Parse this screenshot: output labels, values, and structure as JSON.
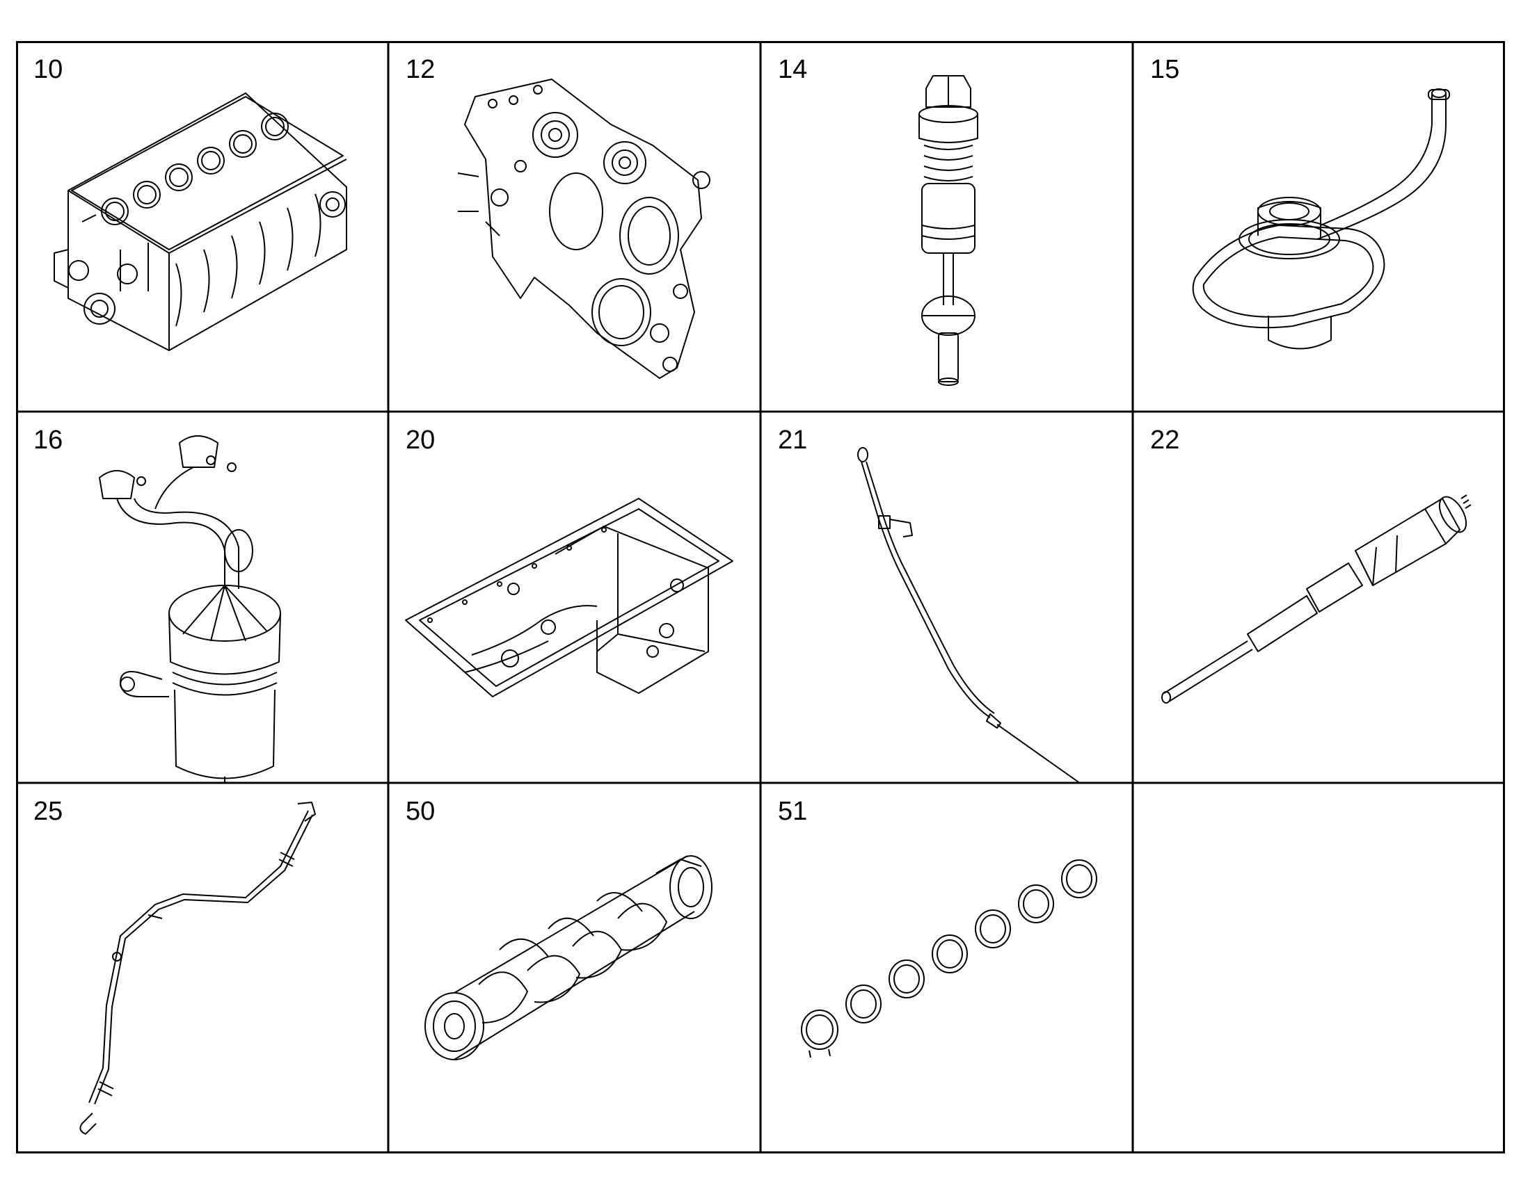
{
  "parts": [
    {
      "number": "10",
      "icon": "engine-block-icon"
    },
    {
      "number": "12",
      "icon": "timing-case-cover-icon"
    },
    {
      "number": "14",
      "icon": "pressure-valve-icon"
    },
    {
      "number": "15",
      "icon": "oil-suction-pipe-icon"
    },
    {
      "number": "16",
      "icon": "crankcase-breather-icon"
    },
    {
      "number": "20",
      "icon": "oil-pan-icon"
    },
    {
      "number": "21",
      "icon": "oil-dipstick-icon"
    },
    {
      "number": "22",
      "icon": "piston-cooling-nozzle-icon"
    },
    {
      "number": "25",
      "icon": "tube-assembly-icon"
    },
    {
      "number": "50",
      "icon": "crankshaft-icon"
    },
    {
      "number": "51",
      "icon": "bearing-shells-icon"
    },
    {
      "number": "",
      "icon": ""
    }
  ],
  "colors": {
    "line": "#000000",
    "background": "#ffffff"
  }
}
